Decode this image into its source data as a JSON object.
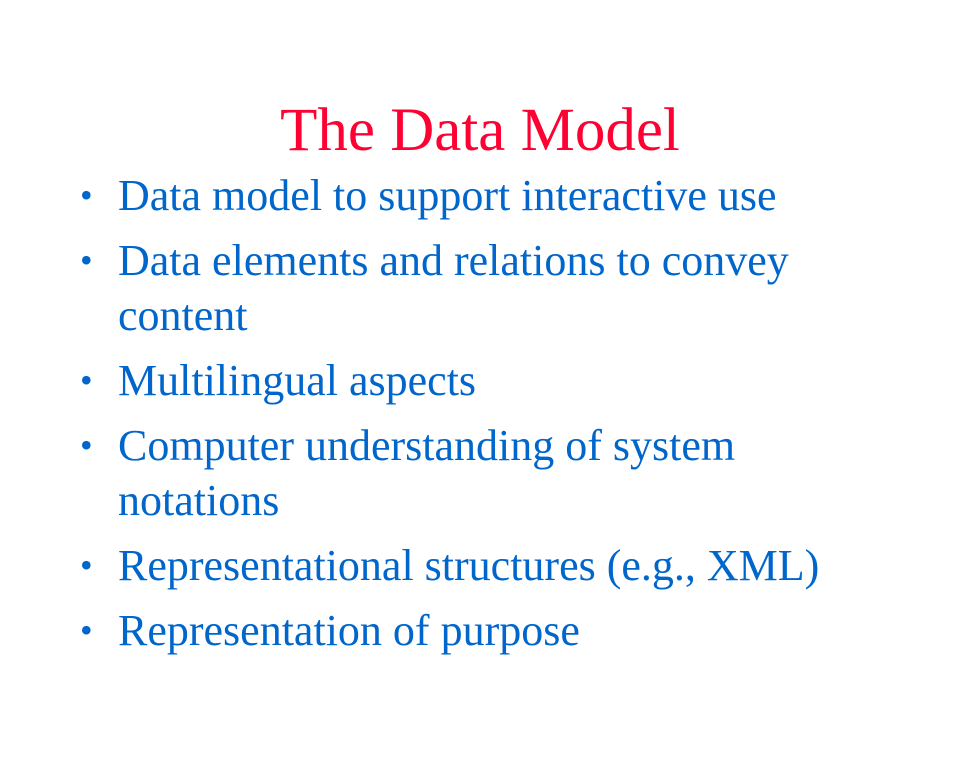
{
  "slide": {
    "title": "The Data Model",
    "bullet_glyph": "•",
    "bullets": [
      "Data model to support interactive use",
      "Data elements and relations to convey content",
      "Multilingual aspects",
      "Computer understanding of system notations",
      "Representational structures (e.g., XML)",
      "Representation of purpose"
    ],
    "colors": {
      "title": "#ff0033",
      "body": "#0066cc"
    }
  }
}
